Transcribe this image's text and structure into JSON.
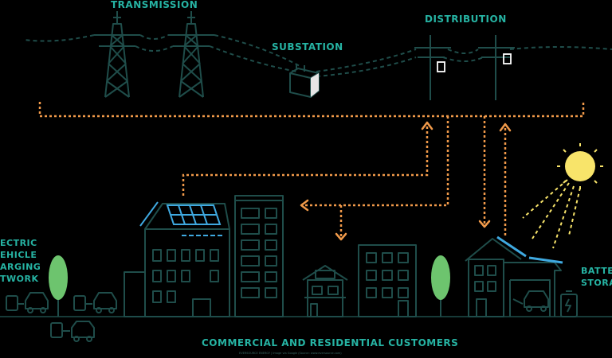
{
  "labels": {
    "transmission": "TRANSMISSION",
    "substation": "SUBSTATION",
    "distribution": "DISTRIBUTION",
    "ev_line1": "ECTRIC",
    "ev_line2": "EHICLE",
    "ev_line3": "ARGING",
    "ev_line4": "TWORK",
    "battery_line1": "BATTE",
    "battery_line2": "STORA",
    "customers": "COMMERCIAL AND RESIDENTIAL CUSTOMERS",
    "credit": "EVERSOURCE ENERGY | Image via Google (Source: www.eversource.com)"
  },
  "colors": {
    "line": "#1f4d4a",
    "accent": "#26b3a3",
    "flow": "#f19a4a",
    "solar": "#3fa9e0",
    "tree": "#6dc46e",
    "sun": "#f8e46a"
  }
}
